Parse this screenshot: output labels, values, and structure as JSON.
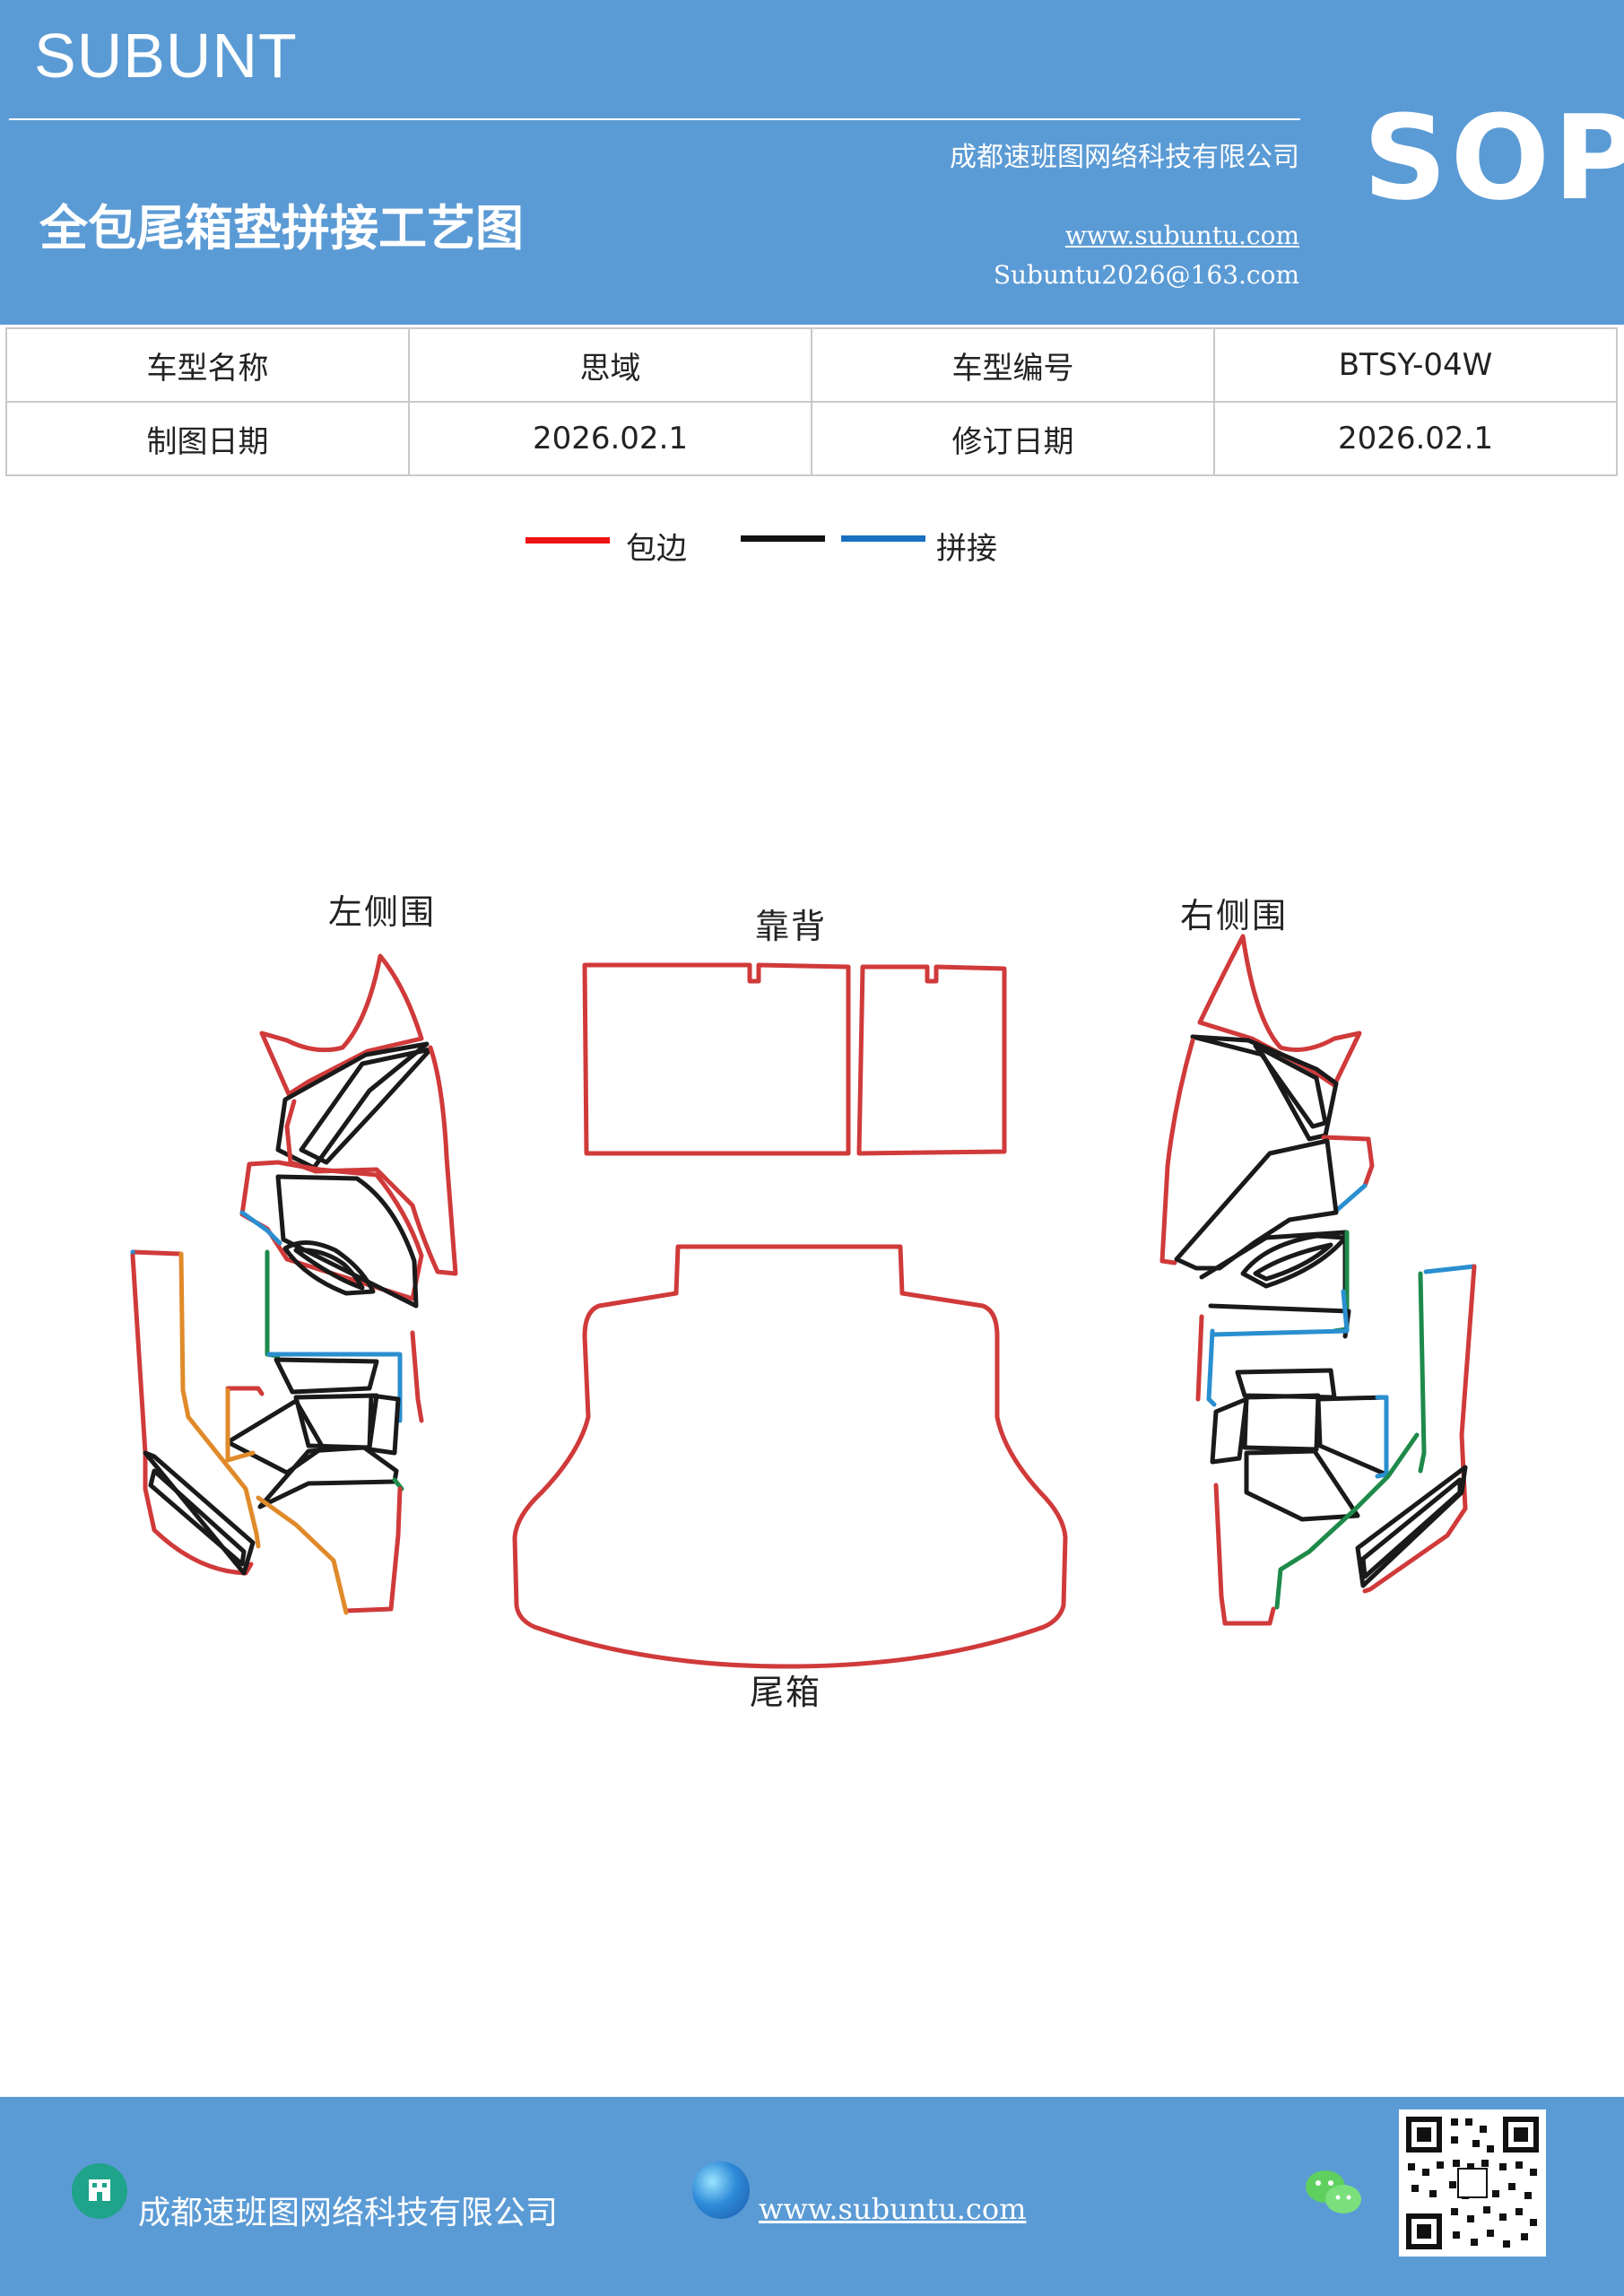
{
  "header": {
    "brand": "SUBUNT",
    "company": "成都速班图网络科技有限公司",
    "title": "全包尾箱垫拼接工艺图",
    "website": "www.subuntu.com",
    "email": "Subuntu2026@163.com",
    "badge": "SOP"
  },
  "info_table": {
    "rows": [
      [
        "车型名称",
        "思域",
        "车型编号",
        "BTSY-04W"
      ],
      [
        "制图日期",
        "2026.02.1",
        "修订日期",
        "2026.02.1"
      ]
    ]
  },
  "legend": {
    "wrap_edge_label": "包边",
    "splice_label": "拼接",
    "colors": {
      "wrap_edge": "#ee1111",
      "splice_black": "#111111",
      "splice_blue": "#1a70c0"
    }
  },
  "diagram": {
    "labels": {
      "left_side": "左侧围",
      "backrest": "靠背",
      "right_side": "右侧围",
      "trunk": "尾箱"
    },
    "colors": {
      "red": "#d03a3a",
      "black": "#1a1a1a",
      "blue": "#2a8fd0",
      "green": "#1e8a4a",
      "orange": "#e08a2a"
    }
  },
  "footer": {
    "company": "成都速班图网络科技有限公司",
    "website": "www.subuntu.com",
    "icons": [
      "office-icon",
      "globe-icon",
      "wechat-icon",
      "qr-code"
    ]
  }
}
